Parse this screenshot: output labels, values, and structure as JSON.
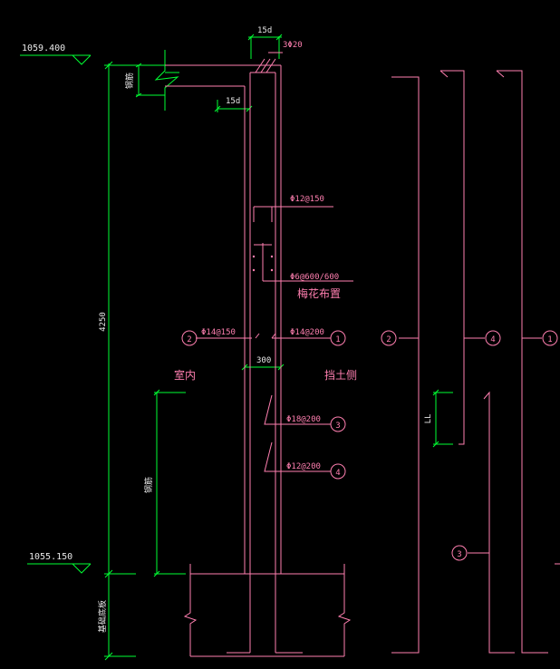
{
  "levels": {
    "top": "1059.400",
    "bottom": "1055.150"
  },
  "dims": {
    "height": "4250",
    "anchor_top": "15d",
    "anchor_mid": "15d",
    "wall_thickness": "300",
    "lap_length": "LL",
    "left_small_1": "钢筋",
    "left_small_2": "钢筋",
    "bottom_small": "基础底板"
  },
  "rebar": {
    "top_bars": "3Φ20",
    "horizontal": "Φ12@150",
    "tie": "Φ6@600/600",
    "tie_note": "梅花布置",
    "bar2": "Φ14@150",
    "bar1": "Φ14@200",
    "bar3": "Φ18@200",
    "bar4": "Φ12@200"
  },
  "labels": {
    "indoor": "室内",
    "soil_side": "挡土侧"
  },
  "markers": {
    "m1": "1",
    "m2": "2",
    "m3": "3",
    "m4": "4"
  }
}
